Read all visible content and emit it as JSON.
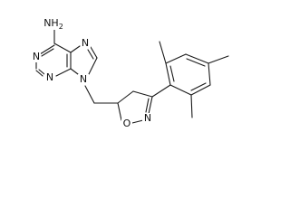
{
  "molecule": {
    "atom_labels": {
      "amine": "NH",
      "amine_subscript": "2",
      "purine_n1": "N",
      "purine_n3": "N",
      "purine_n7": "N",
      "purine_n9": "N",
      "isoxazoline_n": "N",
      "isoxazoline_o": "O"
    },
    "bond_color": "#1a1a1a",
    "label_color": "#111111"
  }
}
